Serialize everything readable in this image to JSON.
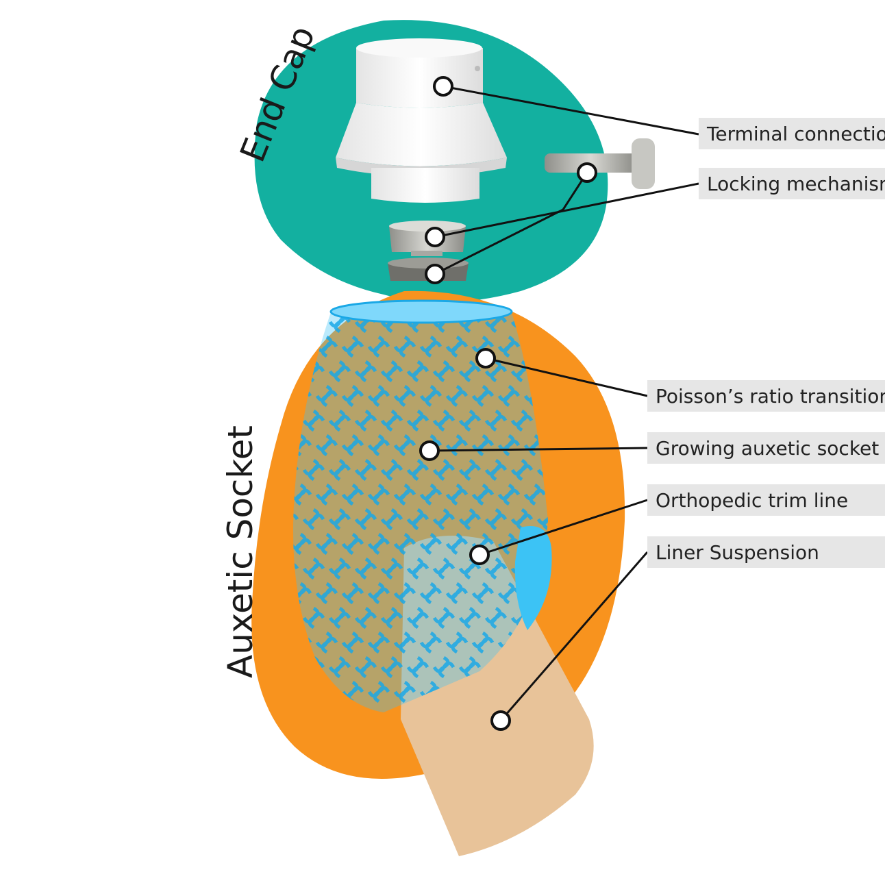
{
  "sections": {
    "end_cap": "End Cap",
    "auxetic_socket": "Auxetic Socket"
  },
  "callouts": [
    {
      "id": "terminal",
      "label": "Terminal connection"
    },
    {
      "id": "locking",
      "label": "Locking mechanism"
    },
    {
      "id": "poisson",
      "label": "Poisson’s ratio transition"
    },
    {
      "id": "growing",
      "label": "Growing auxetic socket"
    },
    {
      "id": "trim",
      "label": "Orthopedic trim line"
    },
    {
      "id": "liner",
      "label": "Liner Suspension"
    }
  ],
  "colors": {
    "end_cap_blob": "#13b0a0",
    "socket_blob": "#f8931e",
    "socket_lattice": "#3cc3f5",
    "liner": "#e8c399",
    "end_cap_parts": "#f2f2f2",
    "metal_parts": "#b9b9b4"
  }
}
